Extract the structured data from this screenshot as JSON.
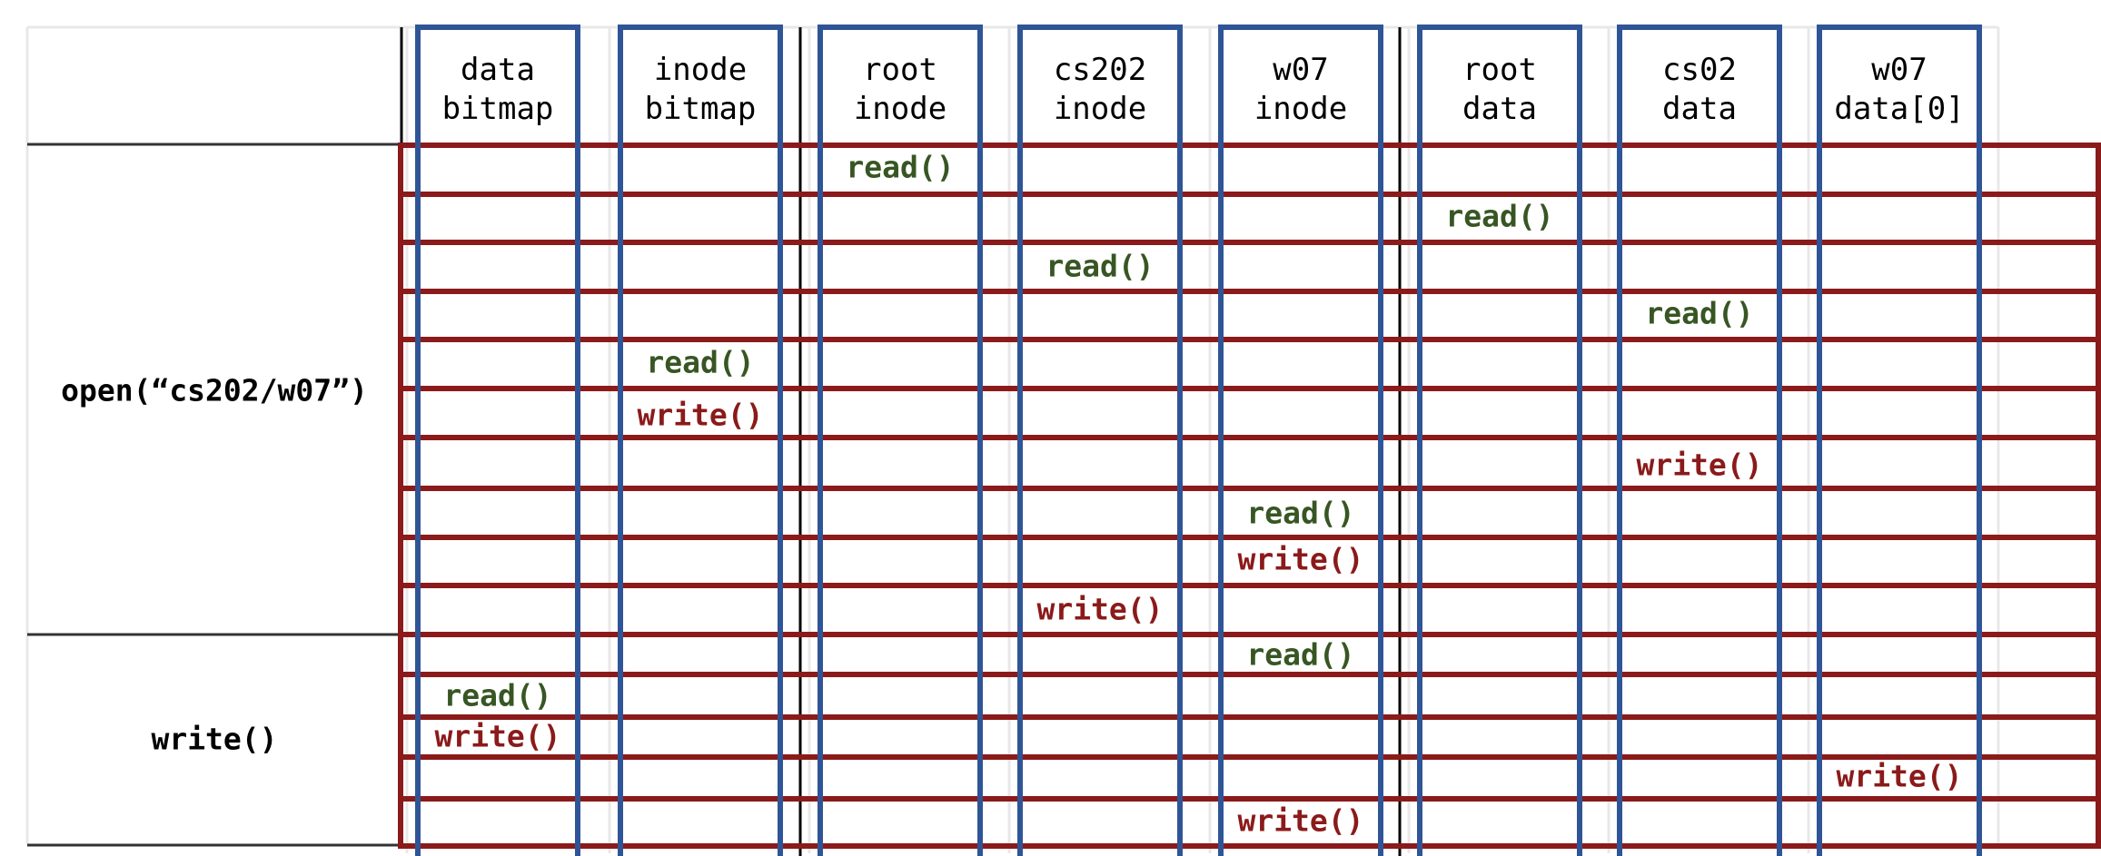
{
  "columns": [
    {
      "line1": "data",
      "line2": "bitmap"
    },
    {
      "line1": "inode",
      "line2": "bitmap"
    },
    {
      "line1": "root",
      "line2": "inode"
    },
    {
      "line1": "cs202",
      "line2": "inode"
    },
    {
      "line1": "w07",
      "line2": "inode"
    },
    {
      "line1": "root",
      "line2": "data"
    },
    {
      "line1": "cs02",
      "line2": "data"
    },
    {
      "line1": "w07",
      "line2": "data[0]"
    }
  ],
  "groups": [
    {
      "label": "open(“cs202/w07”)"
    },
    {
      "label": "write()"
    }
  ],
  "operations": [
    {
      "group": 0,
      "col": 2,
      "text": "read()",
      "kind": "read"
    },
    {
      "group": 0,
      "col": 5,
      "text": "read()",
      "kind": "read"
    },
    {
      "group": 0,
      "col": 3,
      "text": "read()",
      "kind": "read"
    },
    {
      "group": 0,
      "col": 6,
      "text": "read()",
      "kind": "read"
    },
    {
      "group": 0,
      "col": 1,
      "text": "read()",
      "kind": "read"
    },
    {
      "group": 0,
      "col": 1,
      "text": "write()",
      "kind": "write"
    },
    {
      "group": 0,
      "col": 6,
      "text": "write()",
      "kind": "write"
    },
    {
      "group": 0,
      "col": 4,
      "text": "read()",
      "kind": "read"
    },
    {
      "group": 0,
      "col": 4,
      "text": "write()",
      "kind": "write"
    },
    {
      "group": 0,
      "col": 3,
      "text": "write()",
      "kind": "write"
    },
    {
      "group": 1,
      "col": 4,
      "text": "read()",
      "kind": "read"
    },
    {
      "group": 1,
      "col": 0,
      "text": "read()",
      "kind": "read"
    },
    {
      "group": 1,
      "col": 0,
      "text": "write()",
      "kind": "write"
    },
    {
      "group": 1,
      "col": 7,
      "text": "write()",
      "kind": "write"
    },
    {
      "group": 1,
      "col": 4,
      "text": "write()",
      "kind": "write"
    }
  ],
  "colors": {
    "read": "#375623",
    "write": "#8B1A1A",
    "column_border": "#2F5597",
    "row_border": "#8B1A1A",
    "divider": "#000000",
    "faint_grid": "#e8e8e8"
  }
}
